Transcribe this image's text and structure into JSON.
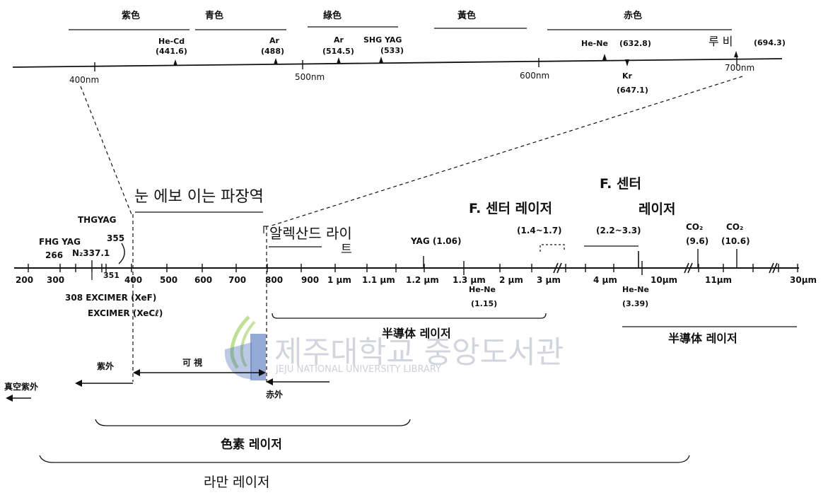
{
  "colors": {
    "ink": "#111111",
    "watermark_text": "#c9cbd6",
    "watermark_blue": "#3d63b5",
    "watermark_green": "#8cc63e"
  },
  "visible_spectrum": {
    "bands": [
      "紫色",
      "青色",
      "綠色",
      "黃色",
      "赤色"
    ],
    "ticks": [
      "400nm",
      "500nm",
      "600nm",
      "700nm"
    ],
    "lasers": [
      {
        "name": "He-Cd",
        "value": "(441.6)"
      },
      {
        "name": "Ar",
        "value": "(488)"
      },
      {
        "name": "Ar",
        "value": "(514.5)"
      },
      {
        "name": "SHG YAG",
        "value": "(533)"
      },
      {
        "name": "He-Ne",
        "value": "(632.8)"
      },
      {
        "name": "Kr",
        "value": "(647.1)"
      },
      {
        "name": "루 비",
        "value": "(694.3)"
      }
    ]
  },
  "main_axis": {
    "ticks": [
      "200",
      "300",
      "400",
      "500",
      "600",
      "700",
      "800",
      "900",
      "1 μm",
      "1.1 μm",
      "1.2 μm",
      "1.3 μm",
      "2 μm",
      "3 μm",
      "4 μm",
      "10μm",
      "11μm",
      "30μm"
    ],
    "sub_labels": [
      "351"
    ]
  },
  "labels": {
    "visible_range": "눈 에보 이는  파장역",
    "fhg_yag": "FHG YAG",
    "fhg_yag_value": "266",
    "thg_yag": "THGYAG",
    "thg_yag_value": "355",
    "n2": "N₂337.1",
    "excimer_xef": "308 EXCIMER (XeF)",
    "excimer_xecl": "EXCIMER (XeCℓ)",
    "alexandrite": "알렉산드 라이",
    "alexandrite_2": "트",
    "yag": "YAG (1.06)",
    "he_ne_115": "He-Ne",
    "he_ne_115_value": "(1.15)",
    "f_center_1": "F. 센터 레이저",
    "f_center_1_range": "(1.4~1.7)",
    "f_center_2_top": "F. 센터",
    "f_center_2_bottom": "레이저",
    "f_center_2_range": "(2.2~3.3)",
    "co2_a": "CO₂",
    "co2_a_value": "(9.6)",
    "co2_b": "CO₂",
    "co2_b_value": "(10.6)",
    "he_ne_339": "He-Ne",
    "he_ne_339_value": "(3.39)",
    "semiconductor_1": "半導体 레이저",
    "semiconductor_2": "半導体 레이저",
    "uv": "紫外",
    "visible": "可    視",
    "ir": "赤外",
    "vacuum_uv": "真空紫外",
    "dye_laser": "色素 레이저",
    "raman_laser": "라만 레이저"
  },
  "watermark": {
    "name_ko": "제주대학교 중앙도서관",
    "name_en": "JEJU NATIONAL UNIVERSITY LIBRARY"
  }
}
